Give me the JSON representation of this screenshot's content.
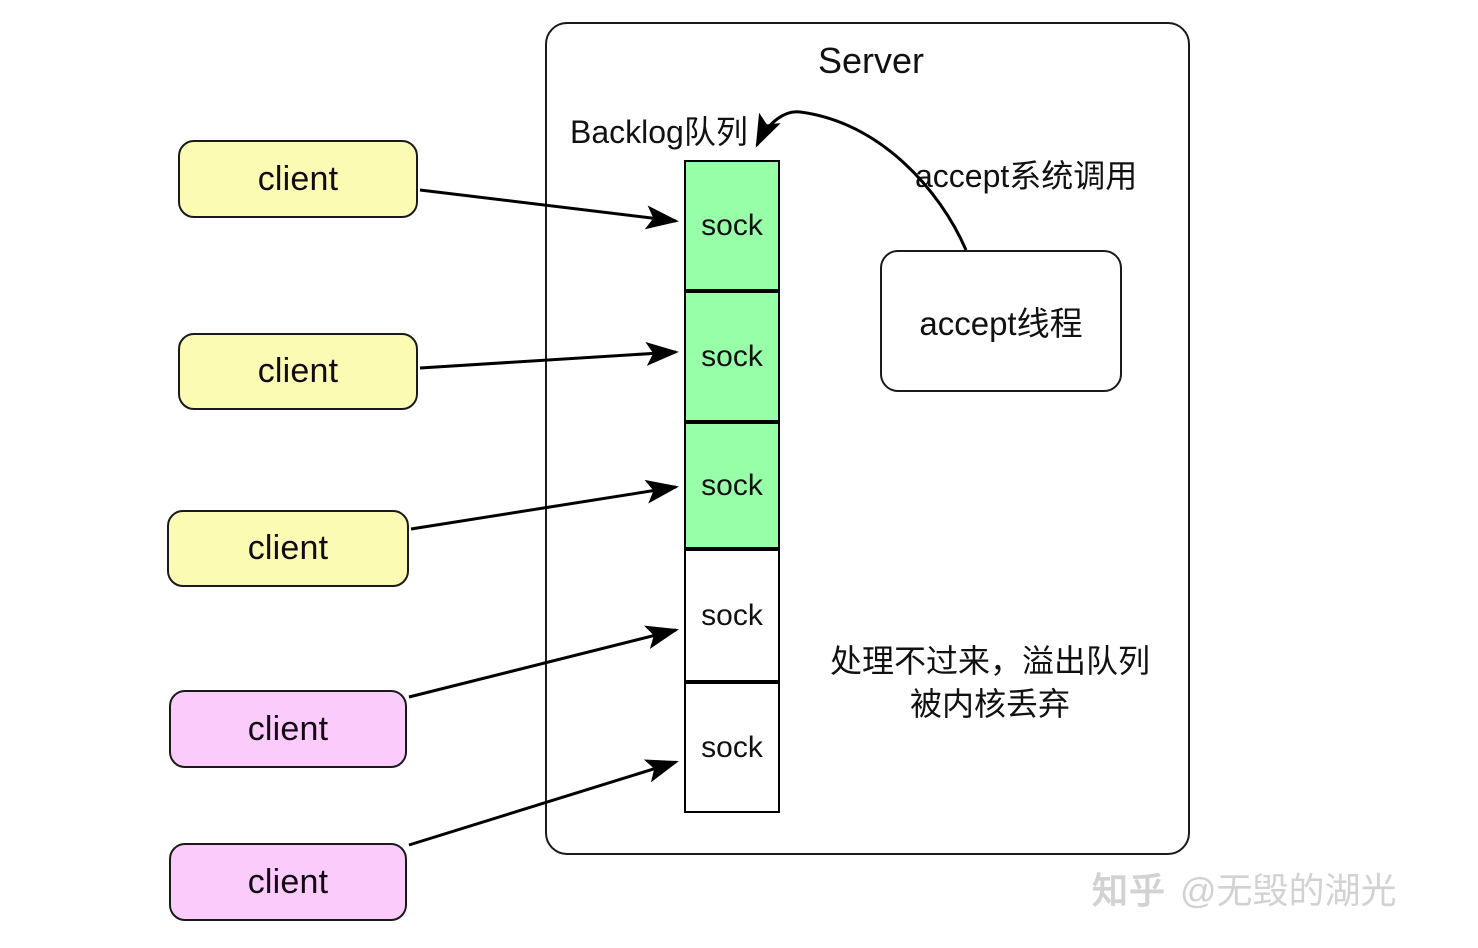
{
  "diagram": {
    "title": "Server",
    "backlog_label": "Backlog队列",
    "accept_call_label": "accept系统调用",
    "accept_thread_label": "accept线程",
    "overflow_note": "处理不过来，溢出队列\n被内核丢弃"
  },
  "clients": [
    {
      "label": "client",
      "color": "#fbfbb4",
      "state": "accepted"
    },
    {
      "label": "client",
      "color": "#fbfbb4",
      "state": "accepted"
    },
    {
      "label": "client",
      "color": "#fbfbb4",
      "state": "accepted"
    },
    {
      "label": "client",
      "color": "#fbccfb",
      "state": "dropped"
    },
    {
      "label": "client",
      "color": "#fbccfb",
      "state": "dropped"
    }
  ],
  "backlog_queue": [
    {
      "label": "sock",
      "color": "#97ffa8",
      "state": "queued"
    },
    {
      "label": "sock",
      "color": "#97ffa8",
      "state": "queued"
    },
    {
      "label": "sock",
      "color": "#97ffa8",
      "state": "queued"
    },
    {
      "label": "sock",
      "color": "#ffffff",
      "state": "overflow"
    },
    {
      "label": "sock",
      "color": "#ffffff",
      "state": "overflow"
    }
  ],
  "watermark": {
    "logo": "知乎",
    "handle": "@无毁的湖光"
  },
  "colors": {
    "client_accepted": "#fbfbb4",
    "client_dropped": "#fbccfb",
    "sock_queued": "#97ffa8",
    "sock_overflow": "#ffffff",
    "stroke": "#1a1a1a",
    "watermark": "#d2d2d2"
  }
}
